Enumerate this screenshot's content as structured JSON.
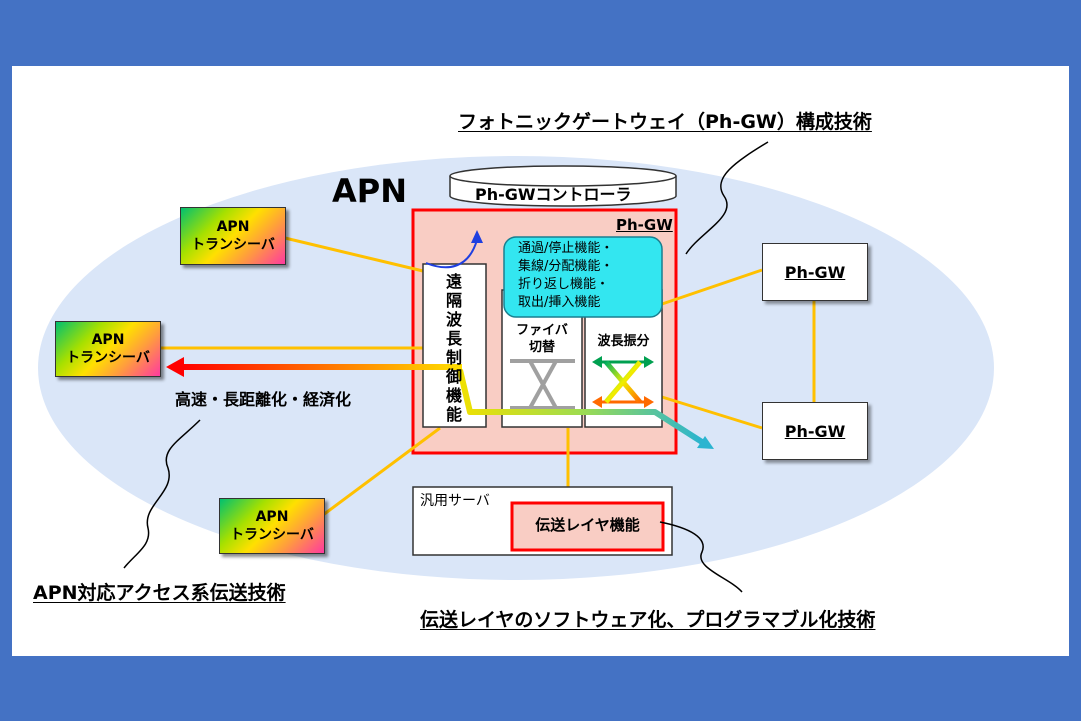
{
  "labels": {
    "apn": "APN",
    "phgw_tech": "フォトニックゲートウェイ（Ph-GW）構成技術",
    "controller": "Ph-GWコントローラ",
    "phgw_main": "Ph-GW",
    "functions": [
      "通過/停止機能・",
      "集線/分配機能・",
      "折り返し機能・",
      "取出/挿入機能"
    ],
    "remote_wavelength": "遠隔波長制御機能",
    "fiber_switch": [
      "ファイバ",
      "切替"
    ],
    "wavelength_split": "波長振分",
    "phgw_right_1": "Ph-GW",
    "phgw_right_2": "Ph-GW",
    "transceiver_1": [
      "APN",
      "トランシーバ"
    ],
    "transceiver_2": [
      "APN",
      "トランシーバ"
    ],
    "transceiver_3": [
      "APN",
      "トランシーバ"
    ],
    "speed_text": "高速・長距離化・経済化",
    "server": "汎用サーバ",
    "transport_layer": "伝送レイヤ機能",
    "access_tech": "APN対応アクセス系伝送技術",
    "software_tech": "伝送レイヤのソフトウェア化、プログラマブル化技術"
  },
  "colors": {
    "background_frame": "#4472C4",
    "ellipse": "#DAE6F8",
    "phgw_fill": "#F9CDC4",
    "phgw_border": "#FF0000",
    "functions_fill": "#33E6F0",
    "link": "#FFC000"
  },
  "icons": [
    "crossbar-switch-icon",
    "wavelength-split-arrows-icon",
    "signal-arrow-icon"
  ]
}
